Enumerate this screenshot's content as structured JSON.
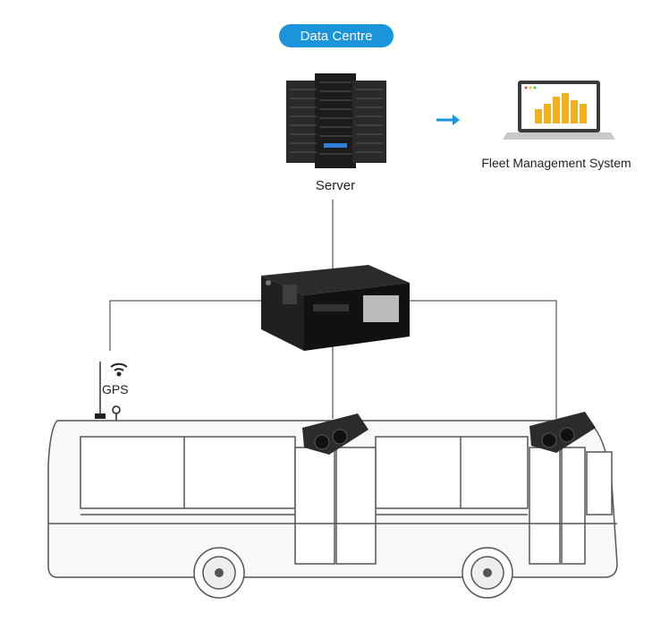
{
  "data_centre": {
    "title": "Data Centre",
    "server_label": "Server"
  },
  "fleet": {
    "label": "Fleet Management System"
  },
  "gps": {
    "label": "GPS"
  },
  "colors": {
    "accent": "#1a95dc",
    "chart_bar": "#f2b01e",
    "line": "#333333"
  }
}
